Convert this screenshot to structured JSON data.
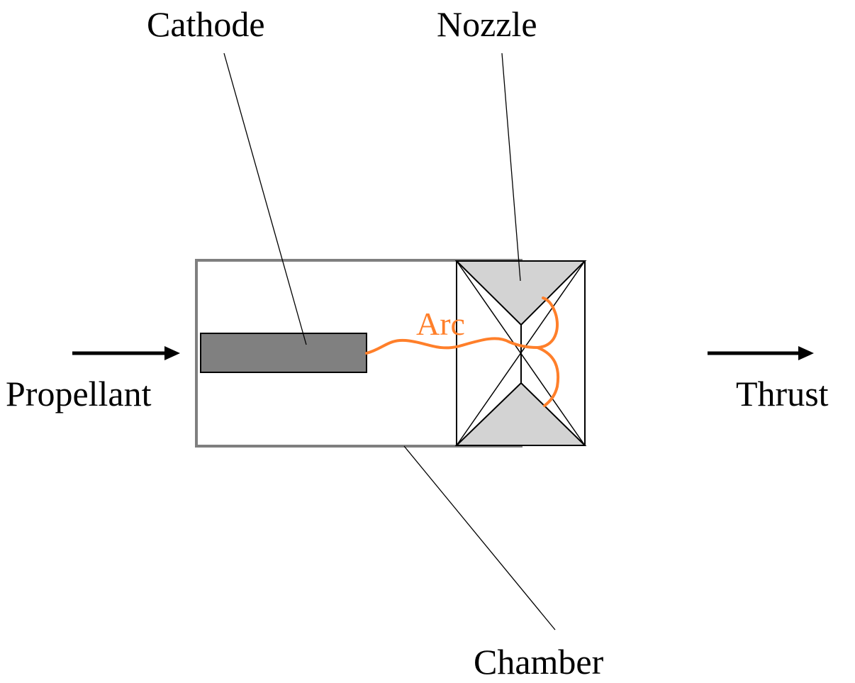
{
  "labels": {
    "cathode": "Cathode",
    "nozzle": "Nozzle",
    "arc": "Arc",
    "propellant": "Propellant",
    "thrust": "Thrust",
    "chamber": "Chamber"
  },
  "colors": {
    "arc": "#ff7f2a",
    "cathode_fill": "#808080",
    "nozzle_fill": "#d3d3d3",
    "chamber_stroke": "#7f7f7f",
    "line": "#000000"
  }
}
